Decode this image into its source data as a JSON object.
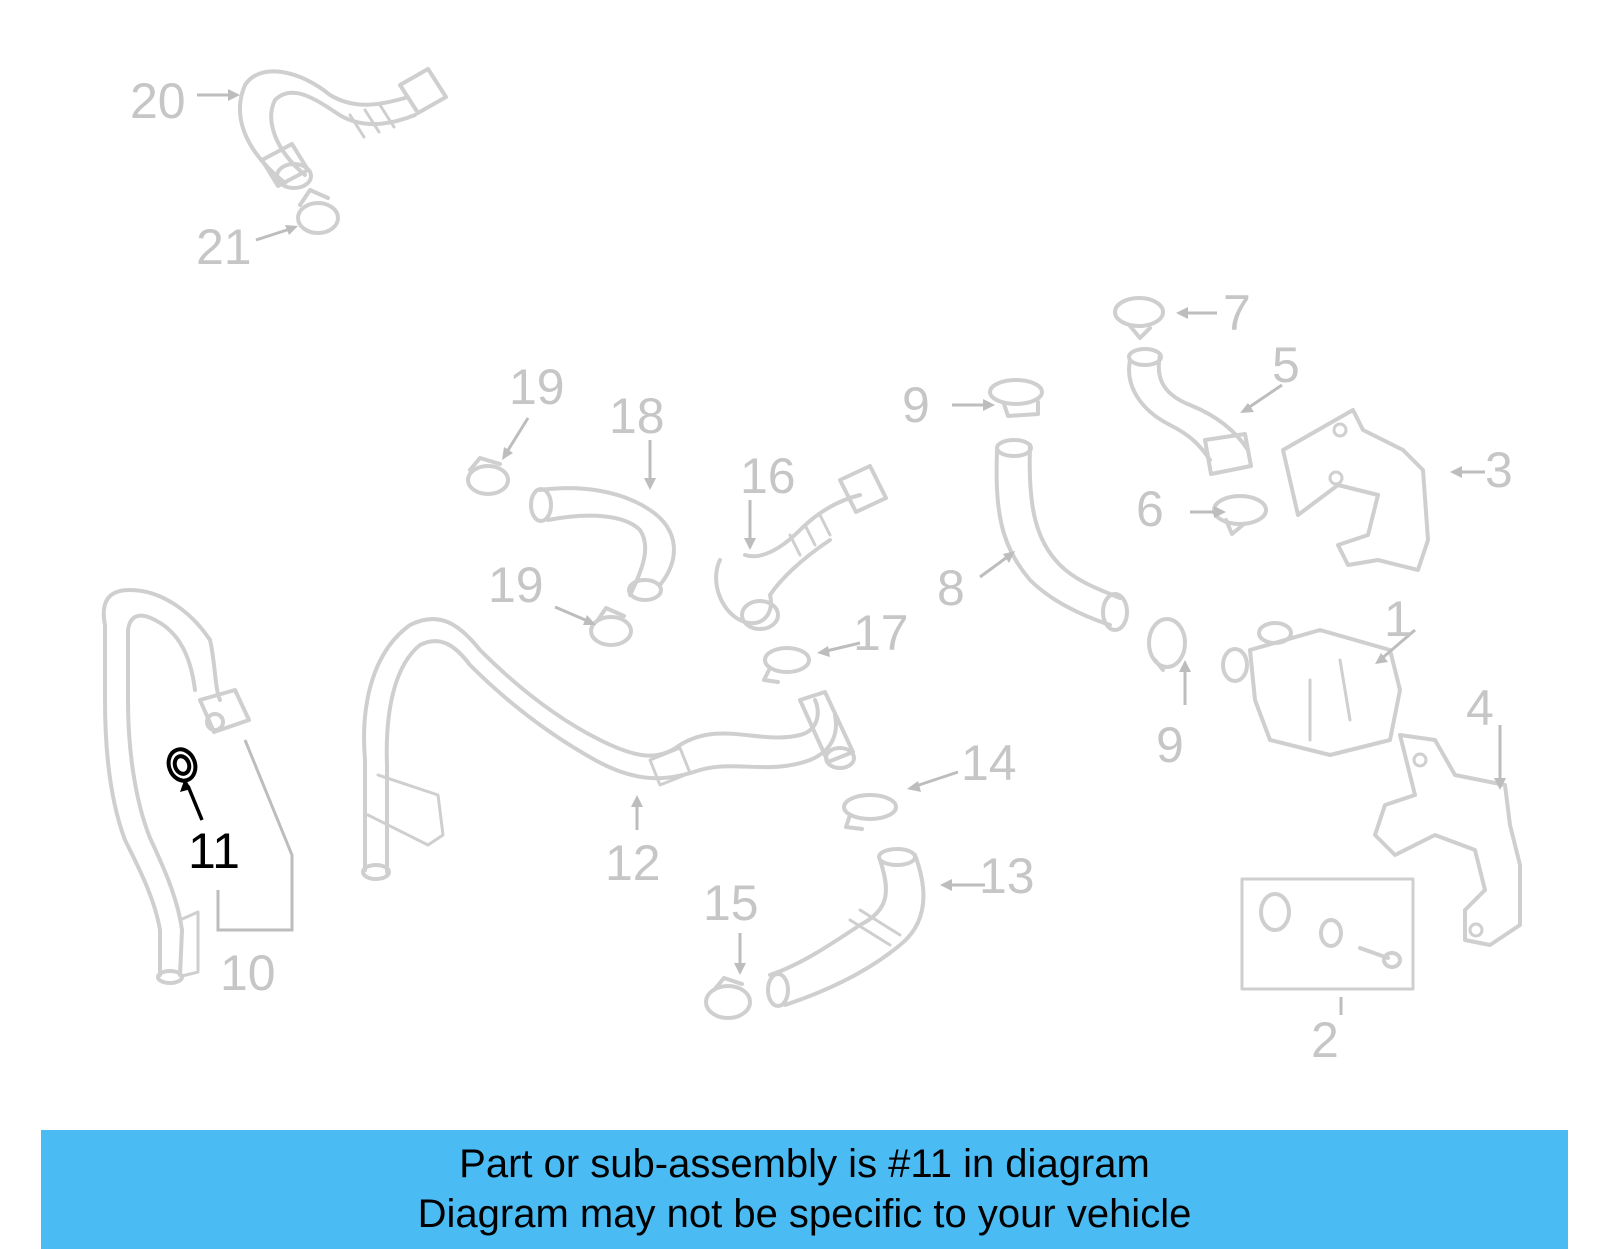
{
  "diagram": {
    "highlighted_part": "11",
    "labels": {
      "p1": "1",
      "p2": "2",
      "p3": "3",
      "p4": "4",
      "p5": "5",
      "p6": "6",
      "p7": "7",
      "p8": "8",
      "p9a": "9",
      "p9b": "9",
      "p10": "10",
      "p11": "11",
      "p12": "12",
      "p13": "13",
      "p14": "14",
      "p15": "15",
      "p16": "16",
      "p17": "17",
      "p18": "18",
      "p19a": "19",
      "p19b": "19",
      "p20": "20",
      "p21": "21"
    },
    "colors": {
      "faded": "#cfcfcf",
      "highlight": "#000000"
    }
  },
  "banner": {
    "line1": "Part or sub-assembly is #11 in diagram",
    "line2": "Diagram may not be specific to your vehicle",
    "background": "#4bbcf3"
  }
}
